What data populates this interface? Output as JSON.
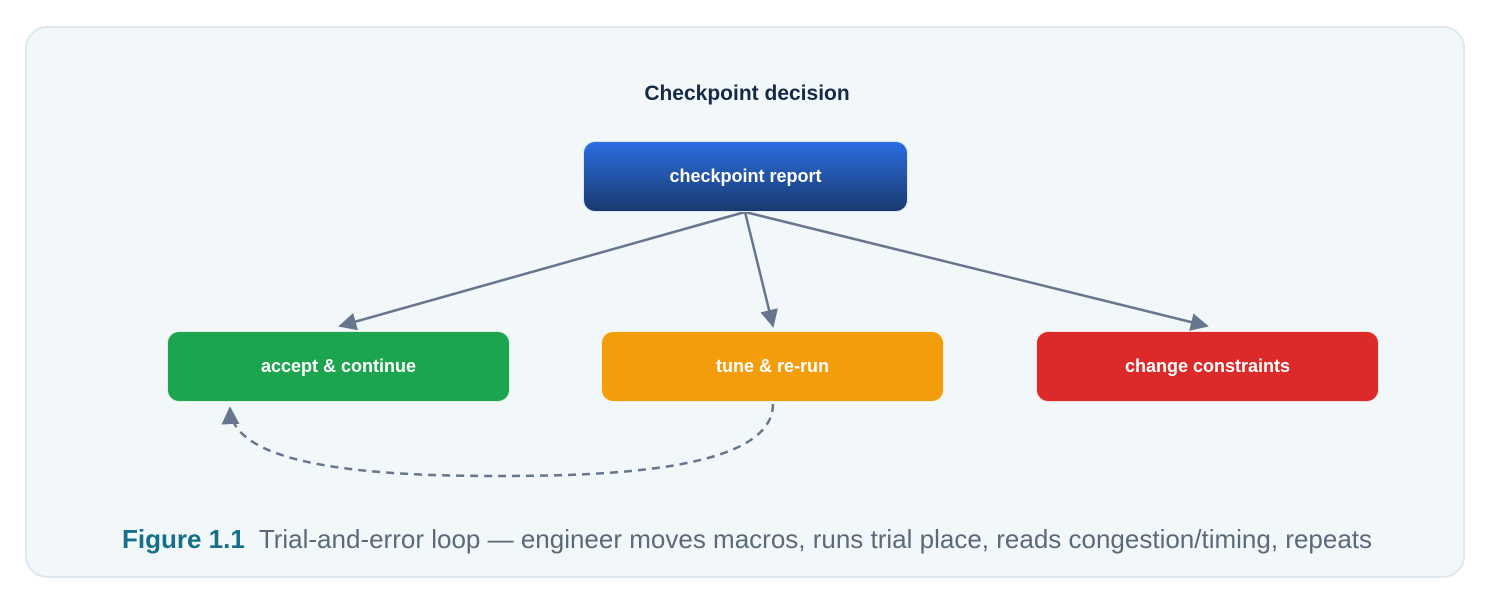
{
  "diagram": {
    "title": "Checkpoint decision",
    "nodes": {
      "top": "checkpoint report",
      "accept": "accept & continue",
      "tune": "tune & re-run",
      "change": "change constraints"
    },
    "colors": {
      "top_start": "#2a6ee0",
      "top_end": "#1a3a6e",
      "accept": "#1ca44e",
      "tune": "#f39c0c",
      "change": "#dc2a2a",
      "edge": "#66768c"
    }
  },
  "caption": {
    "figure_label": "Figure 1.1",
    "text": "Trial-and-error loop — engineer moves macros, runs trial place, reads congestion/timing, repeats"
  }
}
